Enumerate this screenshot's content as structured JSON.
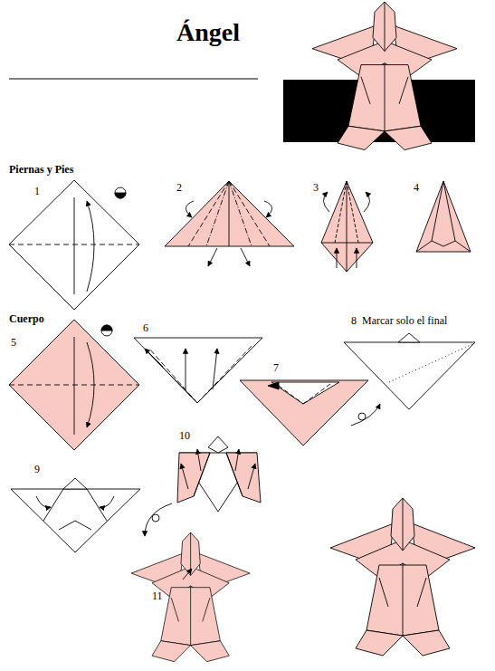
{
  "diagram": {
    "title": "Ángel",
    "labels": [
      "Piernas y Pies",
      "1",
      "2",
      "3",
      "4",
      "Cuerpo",
      "5",
      "6",
      "7",
      "8",
      "Marcar solo el final",
      "9",
      "10",
      "11"
    ]
  }
}
